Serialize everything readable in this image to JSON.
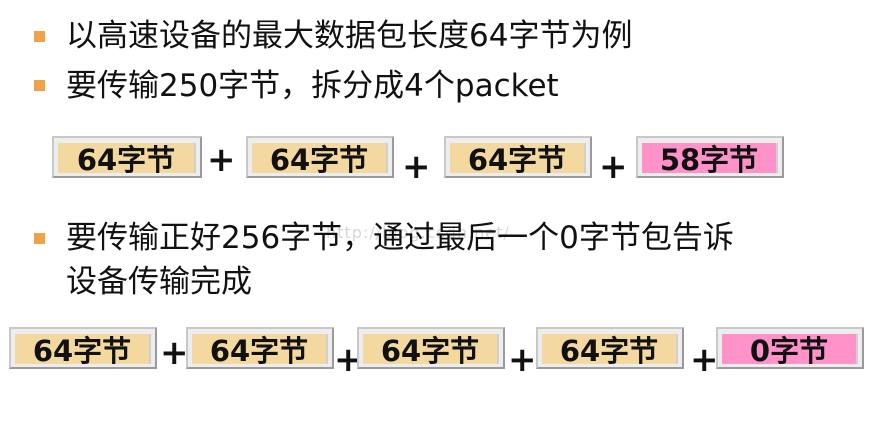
{
  "bullets": [
    "以高速设备的最大数据包长度64字节为例",
    "要传输250字节，拆分成4个packet",
    "要传输正好256字节，通过最后一个0字节包告诉",
    "设备传输完成"
  ],
  "plus": "+",
  "example_250": {
    "packets": [
      "64字节",
      "64字节",
      "64字节",
      "58字节"
    ]
  },
  "example_256": {
    "packets": [
      "64字节",
      "64字节",
      "64字节",
      "64字节",
      "0字节"
    ]
  },
  "watermark": "http://blog.csdn.net/",
  "colors": {
    "bullet": "#f0a24a",
    "packet_fill": "#f3d8a0",
    "last_packet_fill": "#ff93c9"
  }
}
